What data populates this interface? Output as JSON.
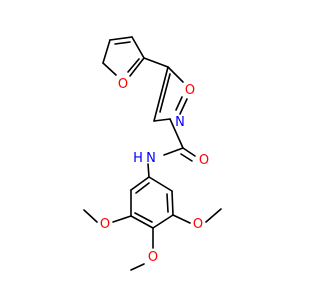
{
  "molecule": {
    "atoms": [
      {
        "id": "O_furan",
        "label": "O",
        "color": "#ff0000"
      },
      {
        "id": "O_isox",
        "label": "O",
        "color": "#ff0000"
      },
      {
        "id": "N_isox",
        "label": "N",
        "color": "#0000ff"
      },
      {
        "id": "O_carbonyl",
        "label": "O",
        "color": "#ff0000"
      },
      {
        "id": "N_amide",
        "label": "N",
        "color": "#0000ff"
      },
      {
        "id": "H_amide",
        "label": "H",
        "color": "#0000ff"
      },
      {
        "id": "O_methoxy_left",
        "label": "O",
        "color": "#ff0000"
      },
      {
        "id": "O_methoxy_bottom",
        "label": "O",
        "color": "#ff0000"
      },
      {
        "id": "O_methoxy_right",
        "label": "O",
        "color": "#ff0000"
      }
    ]
  }
}
